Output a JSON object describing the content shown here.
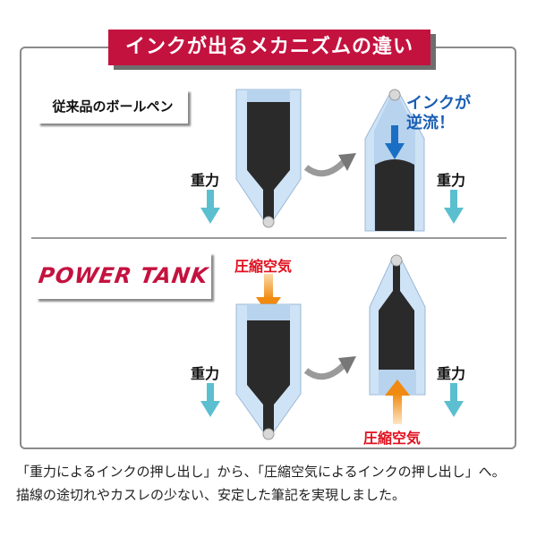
{
  "title": "インクが出るメカニズムの違い",
  "sections": {
    "conventional": {
      "label": "従来品のボールペン",
      "gravity_label_left": "重力",
      "gravity_label_right": "重力",
      "backflow_label_line1": "インクが",
      "backflow_label_line2": "逆流！"
    },
    "power_tank": {
      "label": "POWER TANK",
      "compressed_air_top": "圧縮空気",
      "compressed_air_bottom": "圧縮空気",
      "gravity_label_left": "重力",
      "gravity_label_right": "重力"
    }
  },
  "caption": {
    "line1": "「重力によるインクの押し出し」から、「圧縮空気によるインクの押し出し」へ。",
    "line2": "描線の途切れやカスレの少ない、安定した筆記を実現しました。"
  },
  "colors": {
    "brand_red": "#c4123f",
    "gravity_arrow": "#5bbfd0",
    "backflow_arrow": "#1a6fc4",
    "air_arrow": "#f08a10",
    "ink": "#2b2a2a",
    "barrel": "#cfe3f6"
  }
}
